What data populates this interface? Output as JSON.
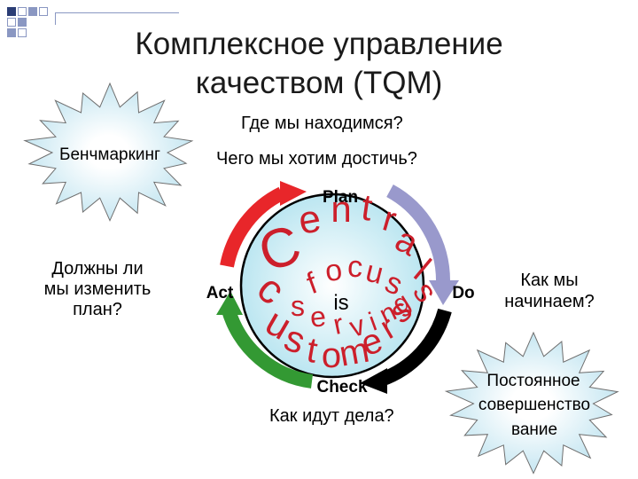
{
  "title_line1": "Комплексное управление",
  "title_line2": "качеством (TQM)",
  "where_question": "Где мы находимся?",
  "goal_question": "Чего мы хотим достичь?",
  "benchmarking": "Бенчмаркинг",
  "change_question": [
    "Должны ли",
    "мы изменить",
    "план?"
  ],
  "start_question": [
    "Как мы",
    "начинаем?"
  ],
  "progress_question": "Как идут дела?",
  "improvement": [
    "Постоянное",
    "совершенство",
    "вание"
  ],
  "cycle": {
    "plan": "Plan",
    "do": "Do",
    "check": "Check",
    "act": "Act"
  },
  "center_words": {
    "central": [
      "C",
      "e",
      "n",
      "t",
      "r",
      "a",
      "l",
      "s"
    ],
    "focus": [
      "f",
      "o",
      "c",
      "u",
      "s"
    ],
    "is": "is",
    "serving": [
      "s",
      "e",
      "r",
      "v",
      "i",
      "n",
      "g"
    ],
    "customers": [
      "c",
      "u",
      "s",
      "t",
      "o",
      "m",
      "e",
      "r",
      "s"
    ]
  },
  "colors": {
    "plan_arrow": "#9999cc",
    "do_arrow": "#000000",
    "check_arrow": "#339933",
    "act_arrow": "#e8262a",
    "center_fill": "#aee1ee",
    "burst_fill": "#b7e0ee"
  }
}
